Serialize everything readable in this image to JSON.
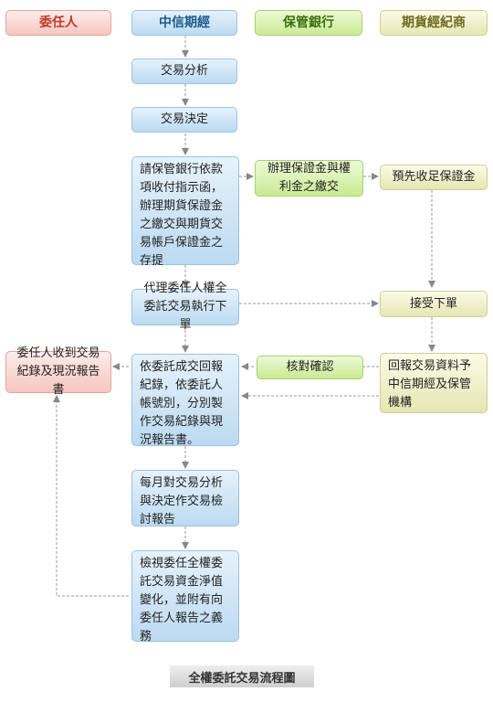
{
  "headers": {
    "principal": "委任人",
    "manager": "中信期經",
    "bank": "保管銀行",
    "broker": "期貨經紀商"
  },
  "steps": {
    "analysis": "交易分析",
    "decision": "交易決定",
    "payment_instruction": "請保管銀行依款項收付指示函，辦理期貨保證金之繳交與期貨交易帳戶保證金之存提",
    "bank_margin": "辦理保證金與權利金之繳交",
    "broker_collect": "預先收足保證金",
    "order": "代理委任人權全委託交易執行下單",
    "broker_accept": "接受下單",
    "broker_report": "回報交易資料予中信期經及保管機構",
    "bank_verify": "核對確認",
    "record": "依委託成交回報紀錄，依委託人帳號別，分別製作交易紀錄與現況報告書。",
    "principal_receive": "委任人收到交易紀錄及現況報告書",
    "monthly": "每月對交易分析與決定作交易檢討報告",
    "review": "檢視委任全權委託交易資金淨值變化，並附有向委任人報告之義務"
  },
  "caption": "全權委託交易流程圖",
  "colors": {
    "principal": "#f6c6c0",
    "manager": "#bcdaf1",
    "bank": "#c9ea93",
    "broker": "#e6e6b3",
    "arrow": "#888888"
  }
}
